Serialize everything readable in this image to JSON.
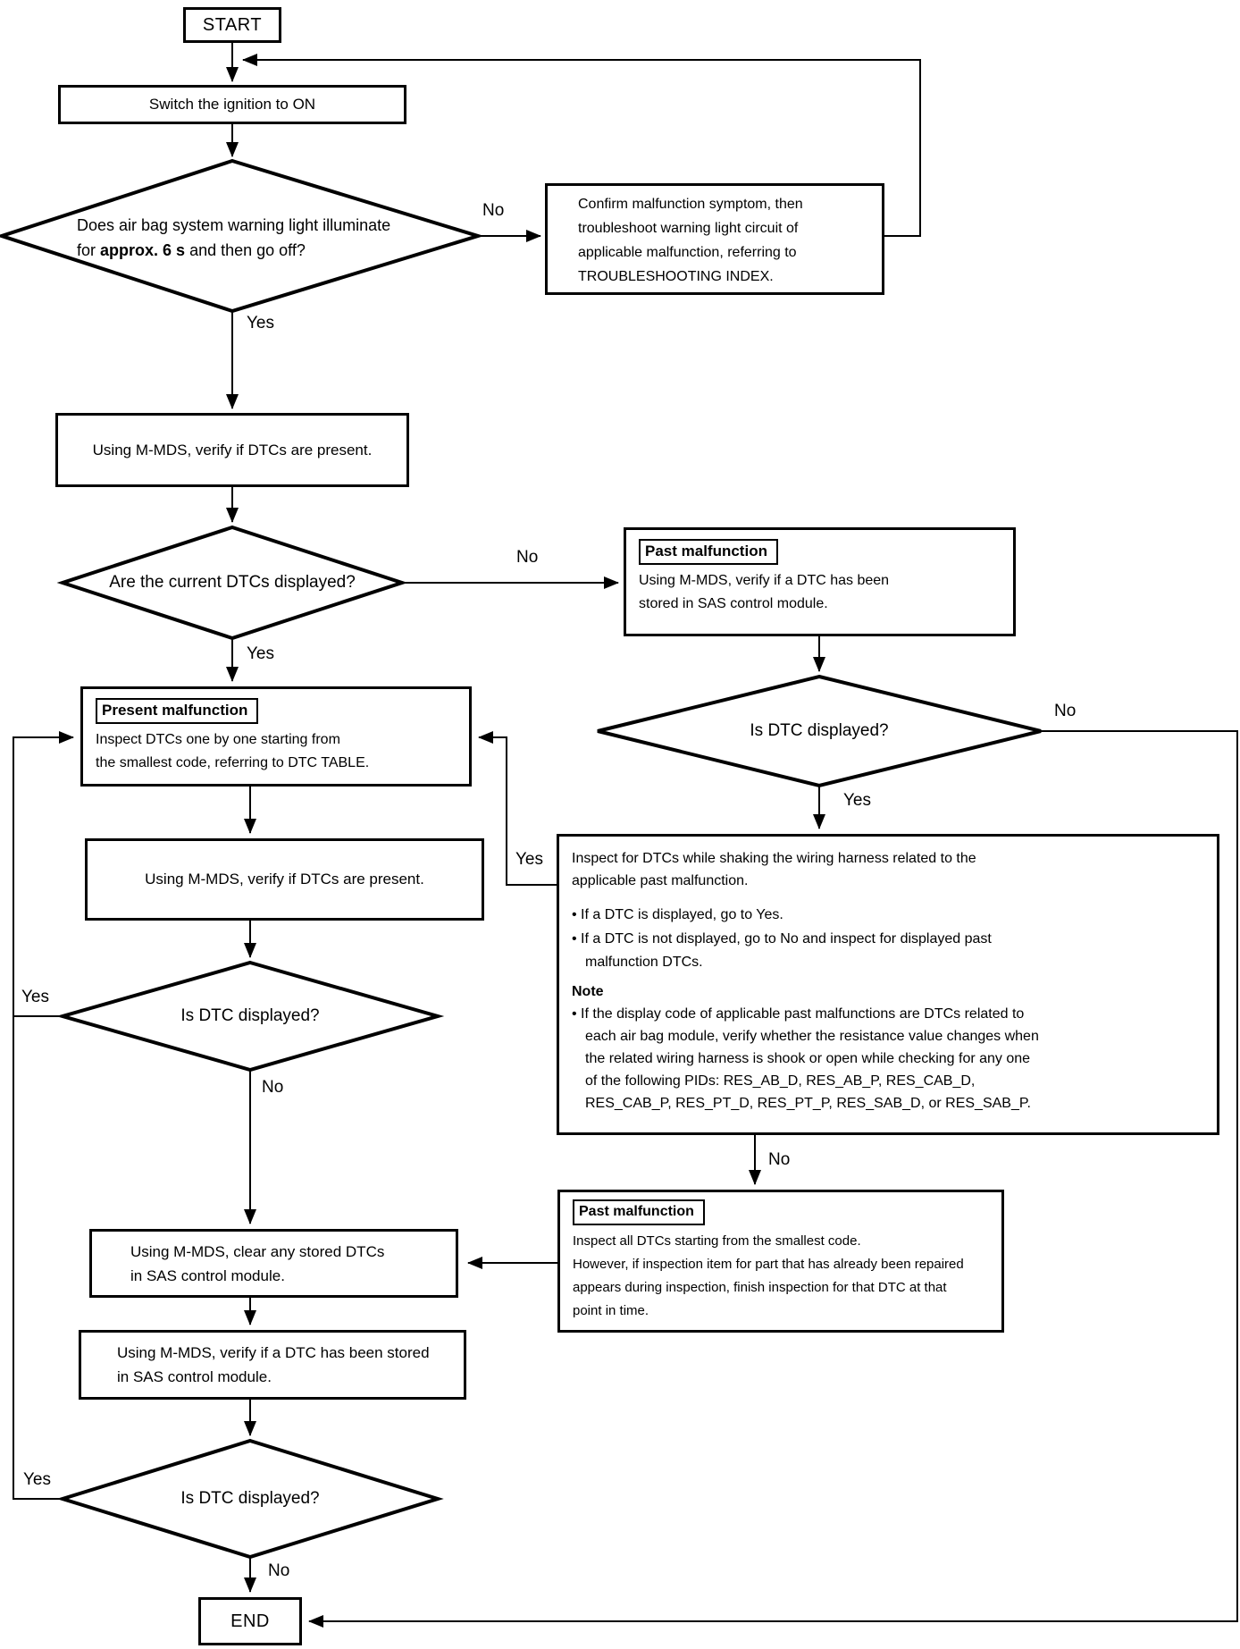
{
  "labels": {
    "yes": "Yes",
    "no": "No"
  },
  "nodes": {
    "start": "START",
    "switch_ignition": "Switch the ignition to ON",
    "warning_light": {
      "l1": "Does air bag system warning light illuminate",
      "l2a": "for ",
      "l2b": "approx. 6 s",
      "l2c": " and then go off?"
    },
    "confirm": {
      "l1": "Confirm malfunction symptom, then",
      "l2": "troubleshoot warning light circuit of",
      "l3": "applicable malfunction, referring to",
      "l4": "TROUBLESHOOTING INDEX."
    },
    "verify_dtcs_1": "Using M-MDS, verify if DTCs are present.",
    "current_dtcs": "Are the current DTCs displayed?",
    "past1": {
      "tag": "Past malfunction",
      "l1": "Using M-MDS, verify if a DTC has been",
      "l2": "stored in SAS control module."
    },
    "is_dtc_1": "Is DTC displayed?",
    "present": {
      "tag": "Present malfunction",
      "l1": "Inspect DTCs one by one starting from",
      "l2": "the smallest code, referring to DTC TABLE."
    },
    "verify_dtcs_2": "Using M-MDS, verify if DTCs are present.",
    "is_dtc_2": "Is DTC displayed?",
    "shake": {
      "l1": "Inspect for DTCs while shaking the wiring harness related to the",
      "l2": "applicable past malfunction.",
      "b1": "• If a DTC is displayed, go to Yes.",
      "b2a": "• If a DTC is not displayed, go to No and inspect for displayed past",
      "b2b": "malfunction DTCs.",
      "note_title": "Note",
      "n1": "• If the display code of applicable past malfunctions are DTCs related to",
      "n2": "each air bag module, verify whether the resistance value changes when",
      "n3": "the related wiring harness is shook or open while checking for any one",
      "n4": "of the following PIDs: RES_AB_D, RES_AB_P, RES_CAB_D,",
      "n5": "RES_CAB_P, RES_PT_D, RES_PT_P, RES_SAB_D, or RES_SAB_P."
    },
    "past2": {
      "tag": "Past malfunction",
      "l1": "Inspect all DTCs starting from the smallest code.",
      "l2": "However, if inspection item for part that has already been repaired",
      "l3": "appears during inspection, finish inspection for that DTC at that",
      "l4": "point in time."
    },
    "clear_dtcs": {
      "l1": "Using M-MDS, clear any stored DTCs",
      "l2": "in SAS control module."
    },
    "verify_stored": {
      "l1": "Using M-MDS, verify if a DTC has been stored",
      "l2": "in SAS control module."
    },
    "is_dtc_3": "Is DTC displayed?",
    "end": "END"
  }
}
